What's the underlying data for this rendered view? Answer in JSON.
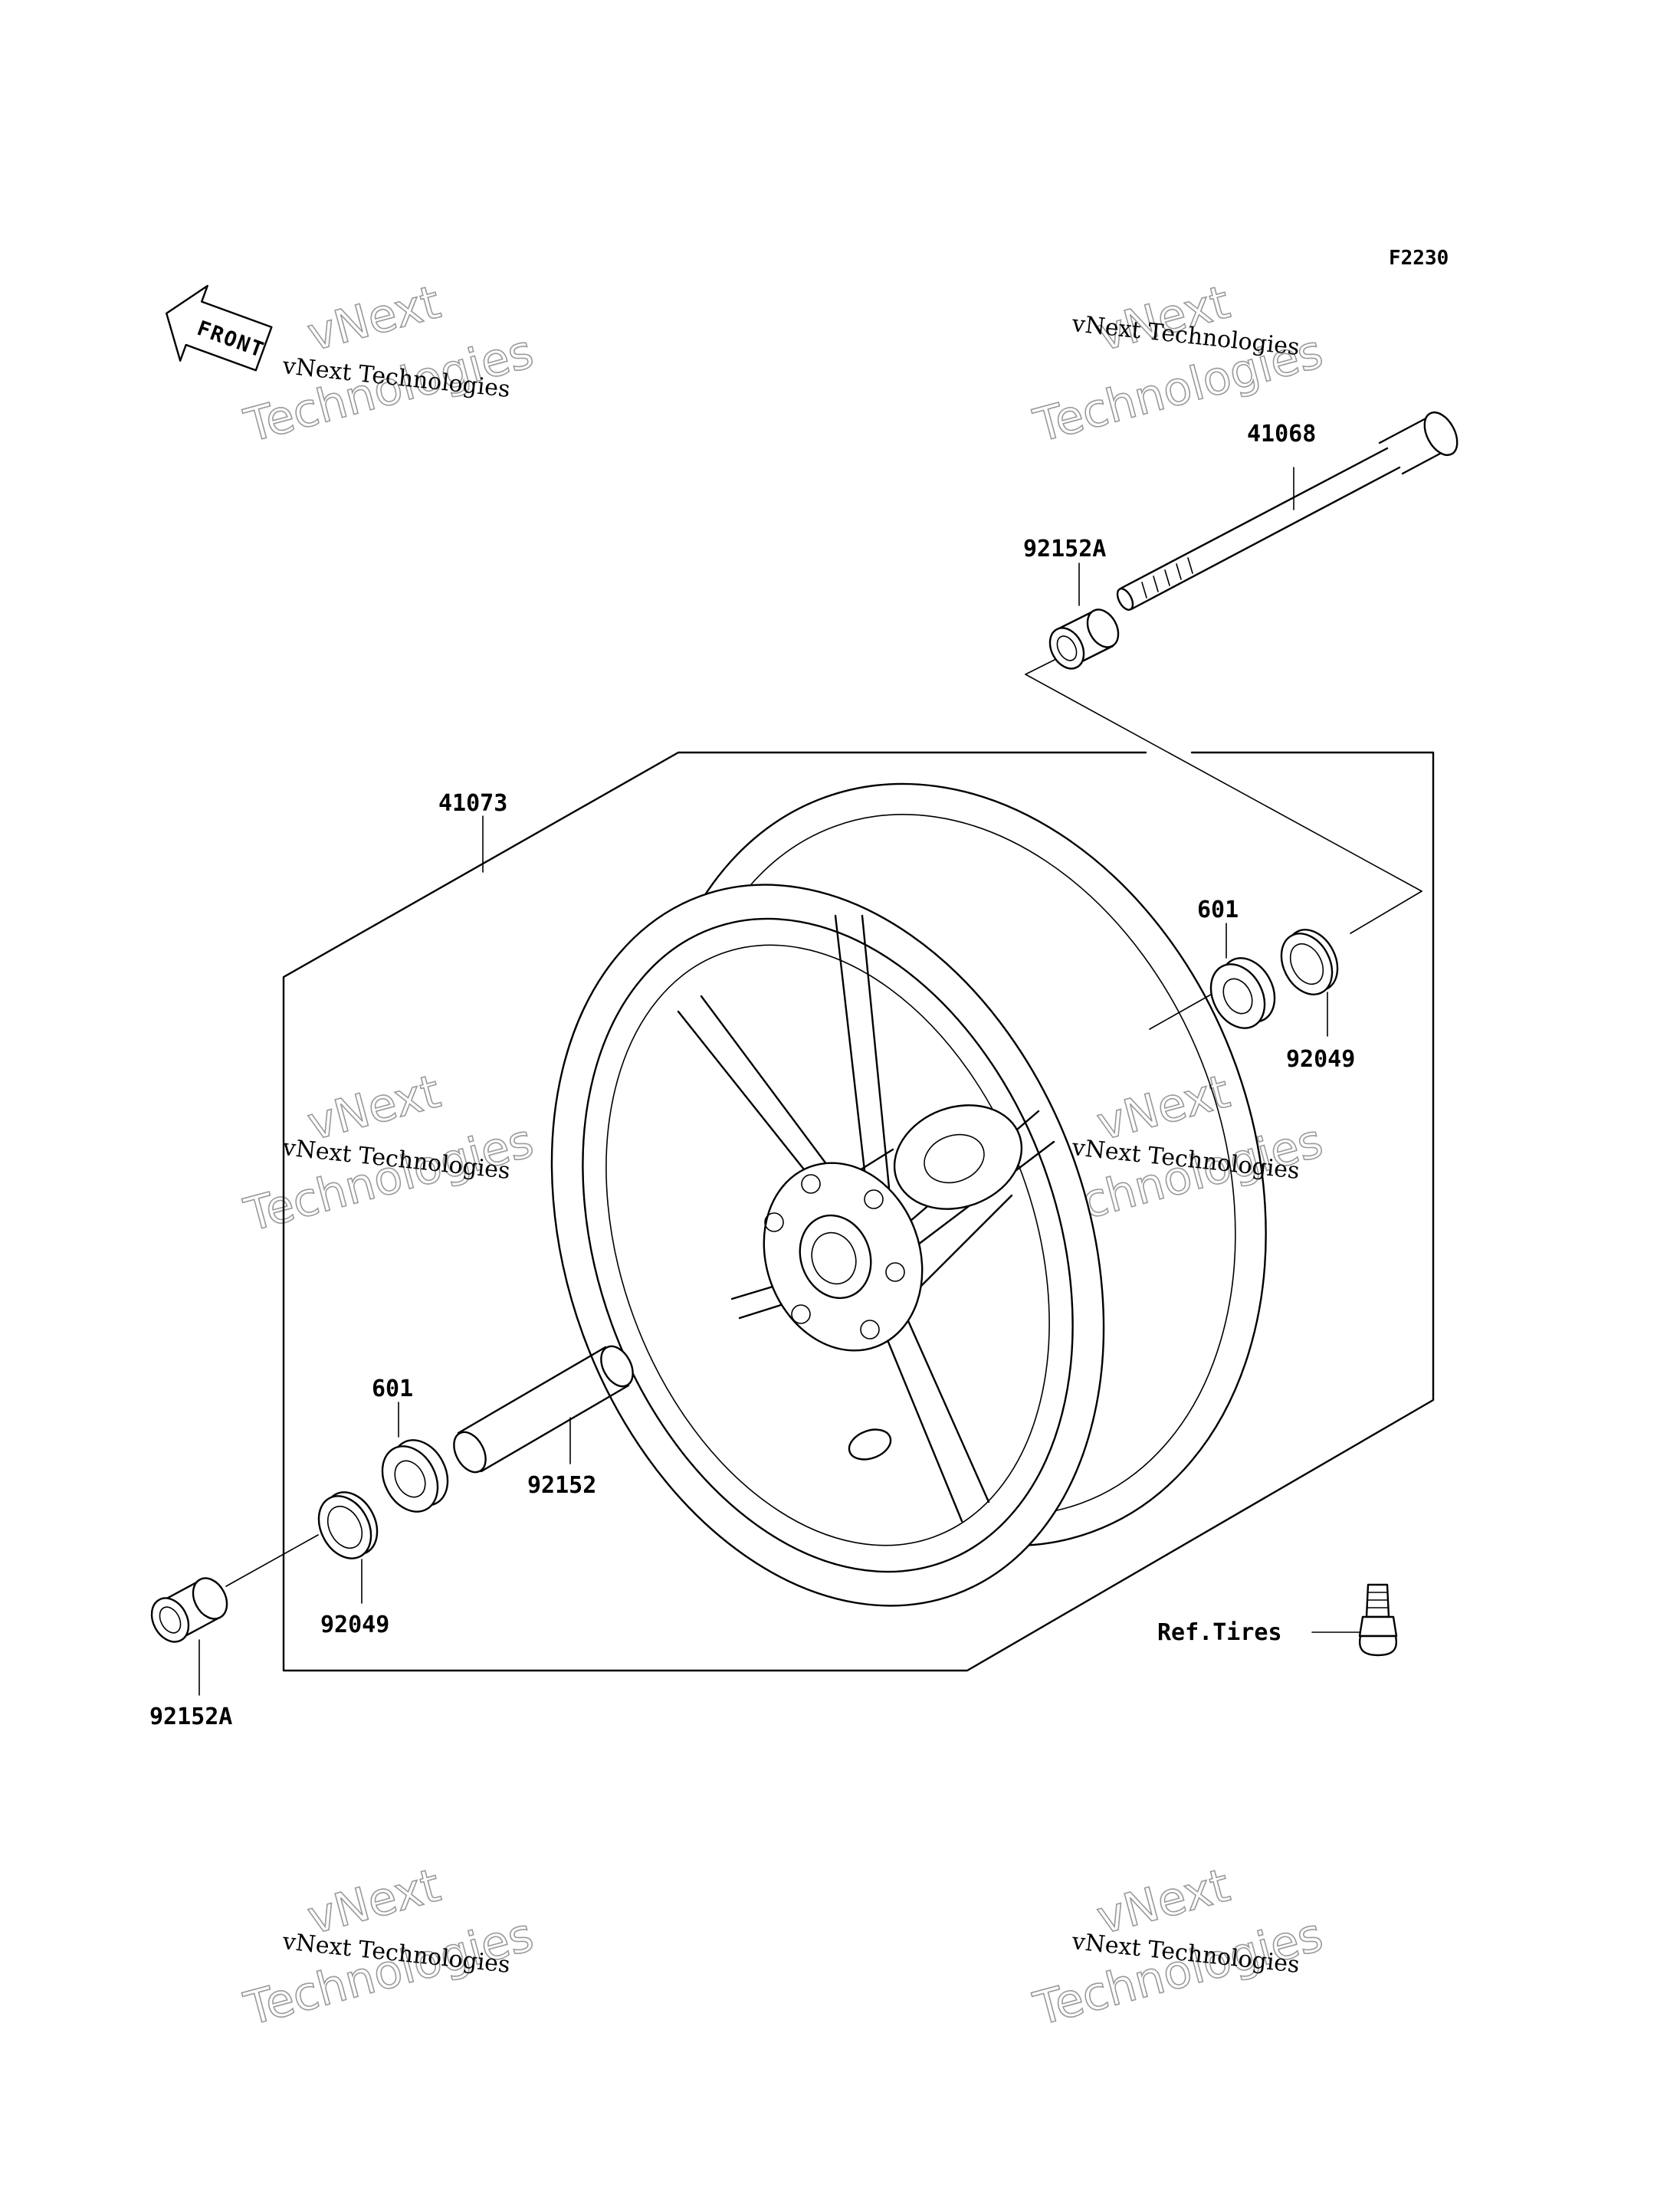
{
  "figure_code": "F2230",
  "front_arrow_label": "FRONT",
  "watermark": {
    "line1": "vNext Technologies",
    "line2": "vNext",
    "line3": "Technologies"
  },
  "parts": {
    "axle": "41068",
    "collar_upper": "92152A",
    "wheel": "41073",
    "bearing_right": "601",
    "seal_right": "92049",
    "bearing_left": "601",
    "spacer": "92152",
    "seal_left": "92049",
    "collar_lower": "92152A",
    "valve": "Ref.Tires"
  }
}
